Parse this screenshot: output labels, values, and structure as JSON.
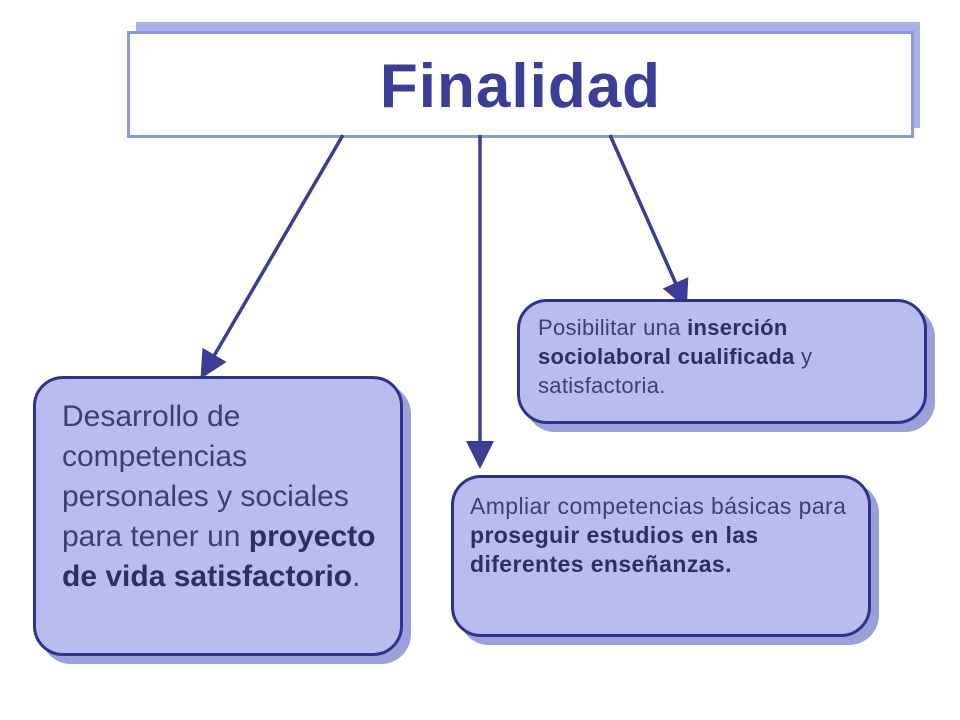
{
  "title": "Finalidad",
  "colors": {
    "title_text": "#3b3d96",
    "title_border": "#8e97df",
    "node_fill": "#b8bdee",
    "node_border": "#2e3191",
    "arrow": "#3b3d96"
  },
  "nodes": [
    {
      "id": "personal-competencies",
      "text_parts": [
        {
          "text": "Desarrollo de competencias personales y sociales para tener un ",
          "bold": false
        },
        {
          "text": "proyecto de vida satisfactorio",
          "bold": true
        },
        {
          "text": ".",
          "bold": false
        }
      ]
    },
    {
      "id": "basic-competencies",
      "text_parts": [
        {
          "text": "Ampliar competencias básicas para ",
          "bold": false
        },
        {
          "text": "proseguir estudios en las diferentes enseñanzas.",
          "bold": true
        }
      ]
    },
    {
      "id": "labor-insertion",
      "text_parts": [
        {
          "text": "Posibilitar una ",
          "bold": false
        },
        {
          "text": "inserción sociolaboral cualificada",
          "bold": true
        },
        {
          "text": " y satisfactoria.",
          "bold": false
        }
      ]
    }
  ]
}
